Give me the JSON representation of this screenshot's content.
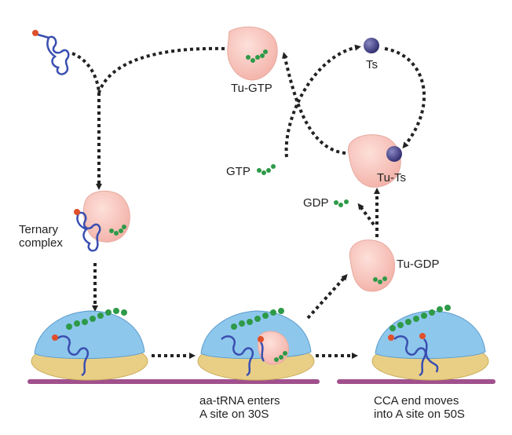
{
  "labels": {
    "tu_gtp": "Tu-GTP",
    "ts": "Ts",
    "tu_ts": "Tu-Ts",
    "gtp": "GTP",
    "gdp": "GDP",
    "tu_gdp": "Tu-GDP",
    "ternary_line1": "Ternary",
    "ternary_line2": "complex",
    "step2_line1": "aa-tRNA enters",
    "step2_line2": "A site on 30S",
    "step3_line1": "CCA end moves",
    "step3_line2": "into A site on 50S"
  },
  "colors": {
    "ef_tu": "#f6c0b8",
    "ef_ts": "#2e2b6e",
    "gxp": "#2e9a48",
    "trna": "#3a4fb0",
    "amino_acid": "#e0502a",
    "subunit_50s": "#8ec7ec",
    "subunit_30s": "#e9cf86",
    "mrna": "#a0508c",
    "arrow": "#222222"
  }
}
